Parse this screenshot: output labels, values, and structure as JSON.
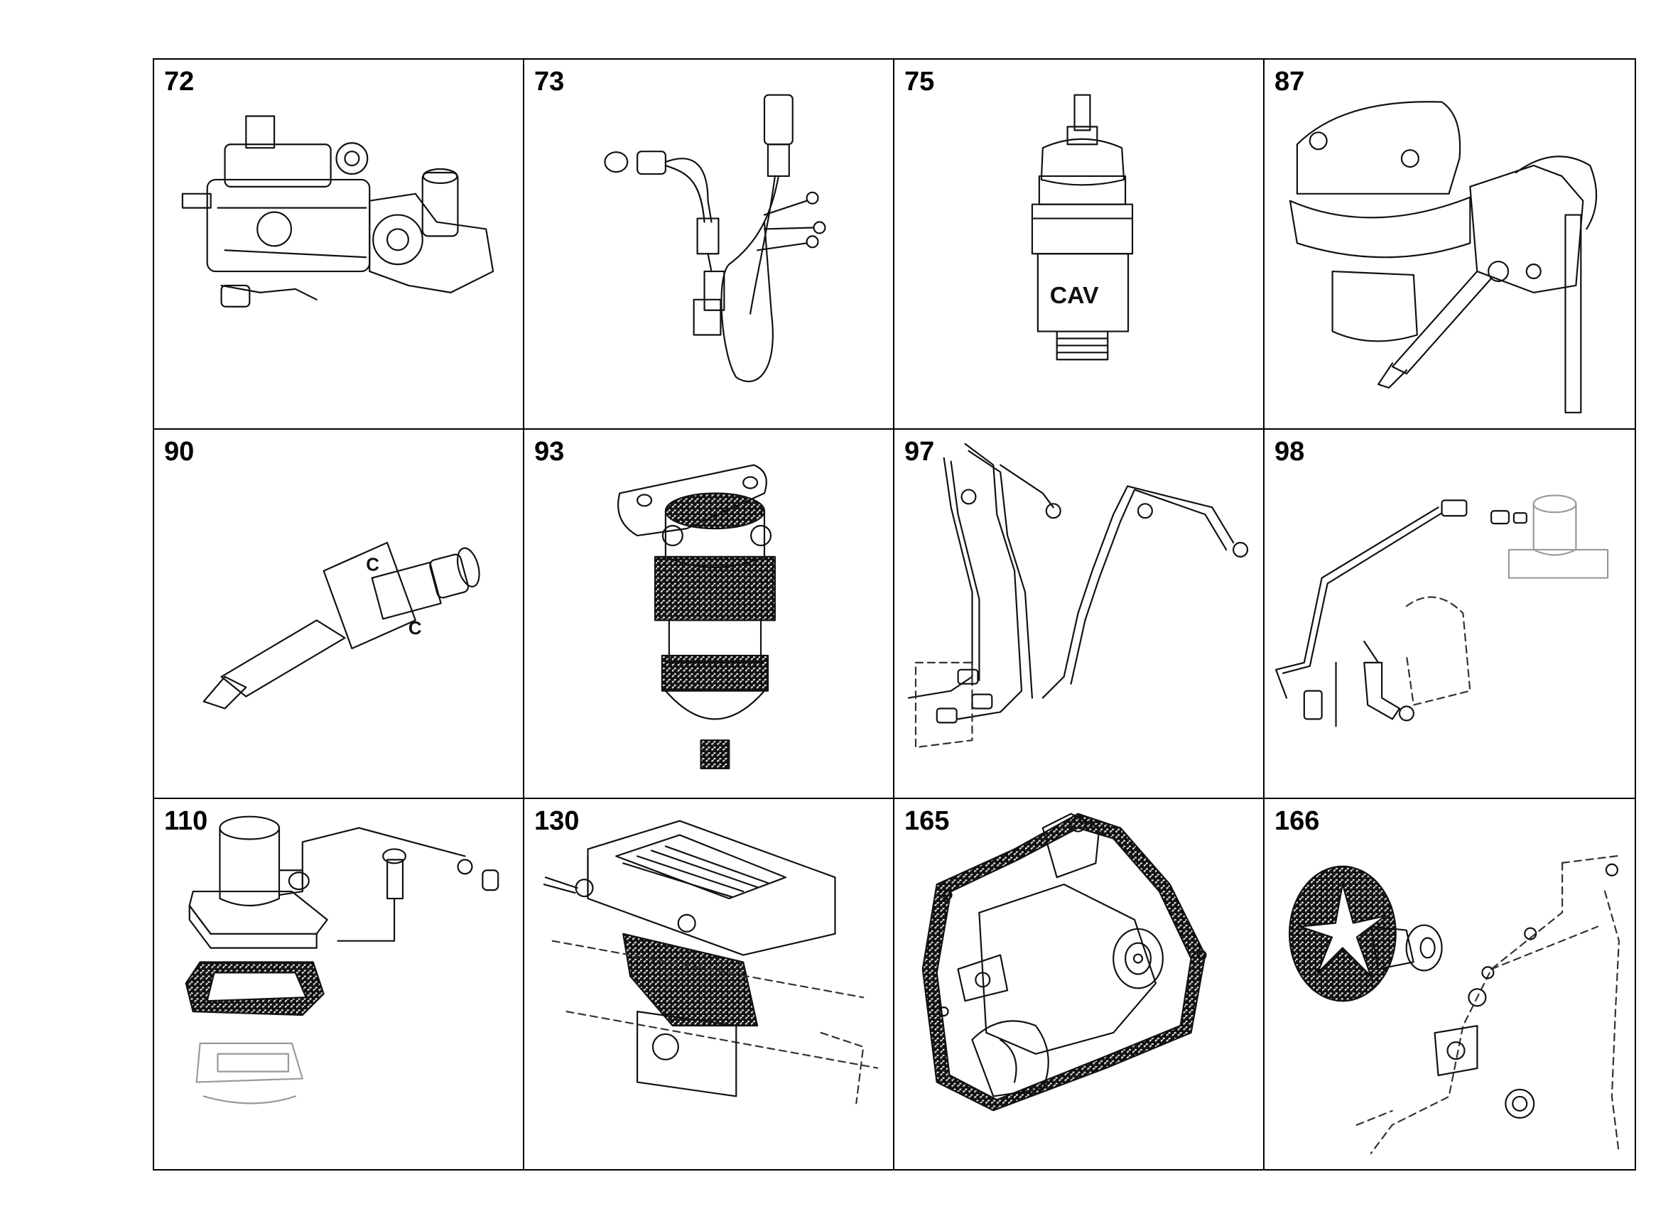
{
  "cells": [
    {
      "number": "72",
      "part": "injection-pump"
    },
    {
      "number": "73",
      "part": "wiring-harness"
    },
    {
      "number": "75",
      "part": "stop-solenoid",
      "label": "CAV"
    },
    {
      "number": "87",
      "part": "lift-pump"
    },
    {
      "number": "90",
      "part": "injector"
    },
    {
      "number": "93",
      "part": "fuel-filter"
    },
    {
      "number": "97",
      "part": "injector-pipes"
    },
    {
      "number": "98",
      "part": "leak-off-pipe"
    },
    {
      "number": "110",
      "part": "thermostat-housing"
    },
    {
      "number": "130",
      "part": "intake-heater"
    },
    {
      "number": "165",
      "part": "water-pump"
    },
    {
      "number": "166",
      "part": "water-pump-impeller"
    }
  ]
}
